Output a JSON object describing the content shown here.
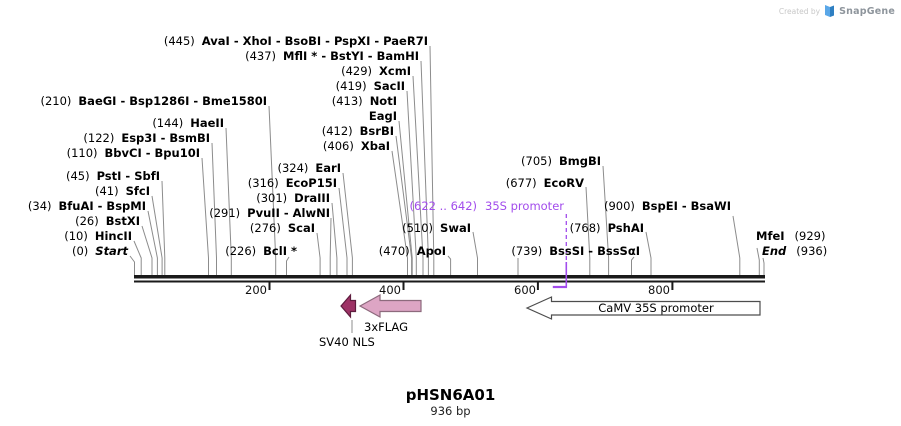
{
  "watermark": {
    "created_by": "Created by",
    "brand": "SnapGene"
  },
  "plasmid": {
    "name": "pHSN6A01",
    "length": "936 bp"
  },
  "ruler": {
    "tick_labels": [
      "200",
      "400",
      "600",
      "800"
    ]
  },
  "promoter_annotation": {
    "range": "(622 .. 642)",
    "name": "35S promoter",
    "color": "#A24CEC"
  },
  "features": [
    {
      "name": "SV40 NLS",
      "fill": "#9E3366"
    },
    {
      "name": "3xFLAG",
      "fill": "#DDA5C4"
    },
    {
      "name": "CaMV 35S promoter",
      "fill": "#FFFFFF"
    }
  ],
  "enzymes": [
    {
      "pos": "(445)",
      "names": "AvaI - XhoI - BsoBI - PspXI - PaeR7I"
    },
    {
      "pos": "(437)",
      "names": "MflI * - BstYI - BamHI"
    },
    {
      "pos": "(429)",
      "names": "XcmI"
    },
    {
      "pos": "(419)",
      "names": "SacII"
    },
    {
      "pos": "(413)",
      "names": "NotI"
    },
    {
      "pos": "",
      "names": "EagI"
    },
    {
      "pos": "(412)",
      "names": "BsrBI"
    },
    {
      "pos": "(406)",
      "names": "XbaI"
    },
    {
      "pos": "(210)",
      "names": "BaeGI - Bsp1286I - Bme1580I"
    },
    {
      "pos": "(144)",
      "names": "HaeII"
    },
    {
      "pos": "(122)",
      "names": "Esp3I - BsmBI"
    },
    {
      "pos": "(110)",
      "names": "BbvCI - Bpu10I"
    },
    {
      "pos": "(45)",
      "names": "PstI - SbfI"
    },
    {
      "pos": "(41)",
      "names": "SfcI"
    },
    {
      "pos": "(34)",
      "names": "BfuAI - BspMI"
    },
    {
      "pos": "(26)",
      "names": "BstXI"
    },
    {
      "pos": "(10)",
      "names": "HincII"
    },
    {
      "pos": "(0)",
      "names": "Start"
    },
    {
      "pos": "(324)",
      "names": "EarI"
    },
    {
      "pos": "(316)",
      "names": "EcoP15I"
    },
    {
      "pos": "(301)",
      "names": "DraIII"
    },
    {
      "pos": "(291)",
      "names": "PvuII - AlwNI"
    },
    {
      "pos": "(276)",
      "names": "ScaI"
    },
    {
      "pos": "(226)",
      "names": "BclI *"
    },
    {
      "pos": "(510)",
      "names": "SwaI"
    },
    {
      "pos": "(470)",
      "names": "ApoI"
    },
    {
      "pos": "(705)",
      "names": "BmgBI"
    },
    {
      "pos": "(677)",
      "names": "EcoRV"
    },
    {
      "pos": "(900)",
      "names": "BspEI - BsaWI"
    },
    {
      "pos": "(768)",
      "names": "PshAI"
    },
    {
      "pos": "(739)",
      "names": "BssSI - BssSαI"
    },
    {
      "pos": "(929)",
      "names": "MfeI"
    },
    {
      "pos": "(936)",
      "names": "End"
    }
  ]
}
